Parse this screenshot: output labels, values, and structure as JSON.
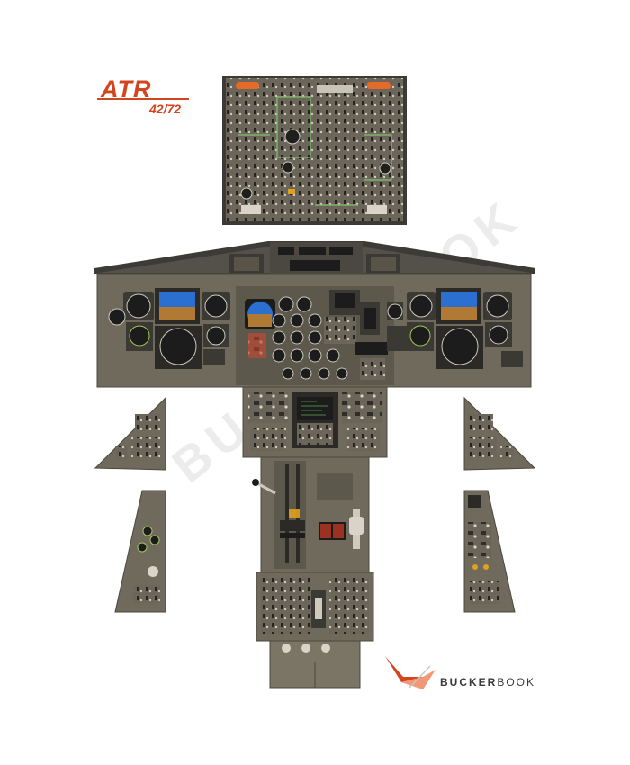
{
  "brand": {
    "name": "ATR",
    "model": "42/72",
    "color": "#d2451e"
  },
  "publisher": {
    "name_bold": "BUCKER",
    "name_light": "BOOK",
    "watermark": "BUCKERBOOK"
  },
  "colors": {
    "panel": "#6f6a5c",
    "panel_dark": "#4c483e",
    "panel_frame": "#3a3934",
    "screen_blue": "#2b6fd1",
    "screen_brown": "#b07a35",
    "screen_black": "#1c1c1c",
    "annunciator_amber": "#e0a020",
    "annunciator_green": "#5ba84e",
    "annunciator_red": "#d23a22"
  },
  "panels": [
    {
      "id": "overhead-panel"
    },
    {
      "id": "glareshield"
    },
    {
      "id": "main-instrument-panel"
    },
    {
      "id": "center-pedestal"
    },
    {
      "id": "left-side-console"
    },
    {
      "id": "right-side-console"
    },
    {
      "id": "left-lower-side-panel"
    },
    {
      "id": "right-lower-side-panel"
    }
  ]
}
